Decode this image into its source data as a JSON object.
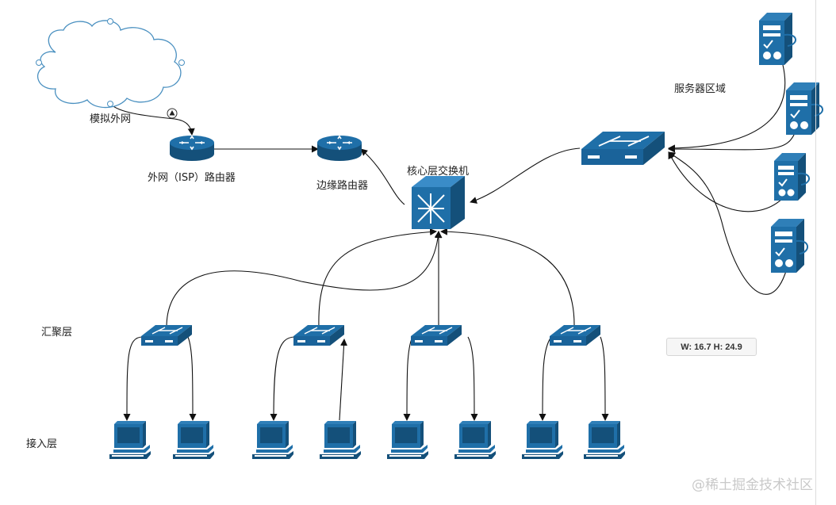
{
  "labels": {
    "cloud": "模拟外网",
    "isp_router": "外网（ISP）路由器",
    "edge_router": "边缘路由器",
    "core_switch": "核心层交换机",
    "server_zone": "服务器区域",
    "aggregation_layer": "汇聚层",
    "access_layer": "接入层"
  },
  "size_badge": "W: 16.7 H: 24.9",
  "watermark": "@稀土掘金技术社区",
  "colors": {
    "device_blue": "#1f6fa8",
    "device_dark": "#14507a",
    "cloud_stroke": "#4a90c0",
    "line": "#111111"
  },
  "devices": {
    "cloud": "cloud-icon",
    "routers": [
      "router-icon",
      "router-icon"
    ],
    "core_switch": "multilayer-switch-icon",
    "server_switch": "switch-icon",
    "aggregation_switches": [
      "switch-icon",
      "switch-icon",
      "switch-icon",
      "switch-icon"
    ],
    "servers": [
      "server-icon",
      "server-icon",
      "server-icon",
      "server-icon"
    ],
    "workstations": [
      "workstation-icon",
      "workstation-icon",
      "workstation-icon",
      "workstation-icon",
      "workstation-icon",
      "workstation-icon",
      "workstation-icon",
      "workstation-icon"
    ]
  }
}
